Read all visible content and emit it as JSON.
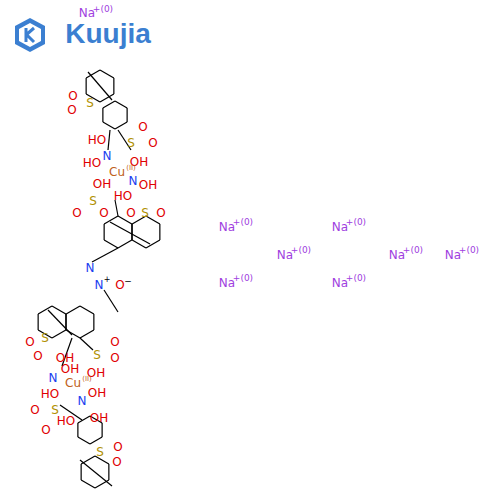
{
  "diagram": {
    "labels": [
      "Na",
      "+(0)",
      "Kuujia",
      "O",
      "S",
      "O",
      "HO",
      "S",
      "O",
      "O",
      "N",
      "HO",
      "OH",
      "Cu",
      "(II)",
      "N",
      "OH",
      "HO",
      "OH",
      "S",
      "O",
      "O",
      "S",
      "O",
      "O",
      "N",
      "N",
      "+",
      "O",
      "−",
      "S",
      "O",
      "O",
      "OH",
      "S",
      "O",
      "O",
      "OH",
      "N",
      "OH",
      "Cu",
      "(II)",
      "HO",
      "OH",
      "N",
      "O",
      "S",
      "O",
      "HO",
      "OH",
      "O",
      "S",
      "O",
      "Na",
      "+(0)",
      "Na",
      "+(0)",
      "Na",
      "+(0)",
      "Na",
      "+(0)",
      "Na",
      "+(0)",
      "Na",
      "+(0)",
      "Na",
      "+(0)"
    ]
  }
}
